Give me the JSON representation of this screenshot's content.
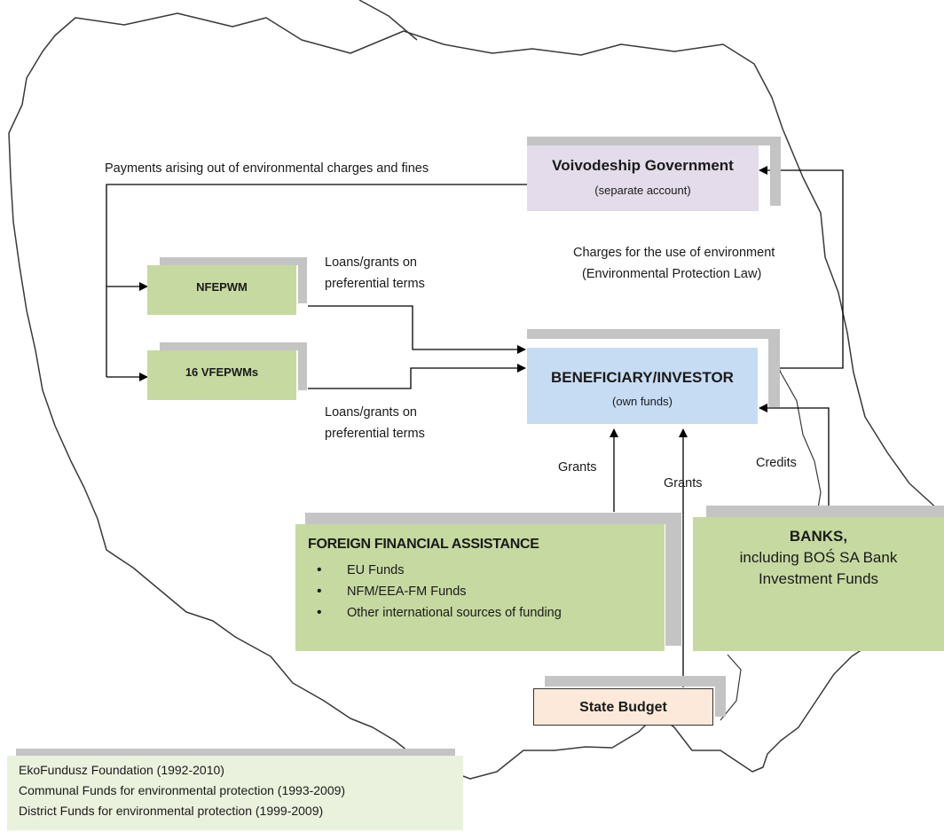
{
  "labels": {
    "payments": "Payments arising out of environmental charges and fines",
    "loans_top": [
      "Loans/grants on",
      "preferential terms"
    ],
    "loans_bottom": [
      "Loans/grants on",
      "preferential terms"
    ],
    "charges": [
      "Charges for the use of environment",
      "(Environmental Protection Law)"
    ],
    "grants_left": "Grants",
    "grants_right": "Grants",
    "credits": "Credits"
  },
  "voivodeship": {
    "title": "Voivodeship Government",
    "subtitle": "(separate account)"
  },
  "nfepwm": {
    "title": "NFEPWM"
  },
  "vfepwms": {
    "title": "16 VFEPWMs"
  },
  "beneficiary": {
    "title": "BENEFICIARY/INVESTOR",
    "subtitle": "(own funds)"
  },
  "foreign": {
    "title": "FOREIGN FINANCIAL ASSISTANCE",
    "items": [
      "EU Funds",
      "NFM/EEA-FM  Funds",
      "Other international  sources of funding"
    ]
  },
  "banks": {
    "title": "BANKS,",
    "lines": [
      "including BOŚ SA Bank",
      "Investment Funds"
    ]
  },
  "state_budget": {
    "title": "State Budget"
  },
  "history": {
    "lines": [
      "EkoFundusz Foundation  (1992-2010)",
      "Communal Funds for environmental protection (1993-2009)",
      "District Funds for environmental  protection (1999-2009)"
    ]
  },
  "colors": {
    "green": "#c6d9a1",
    "lavender": "#e4dcea",
    "light_blue": "#c6dcf2",
    "peach": "#fde9d9",
    "shadow": "#c4c4c4",
    "history_bg": "#eaf1dd"
  }
}
